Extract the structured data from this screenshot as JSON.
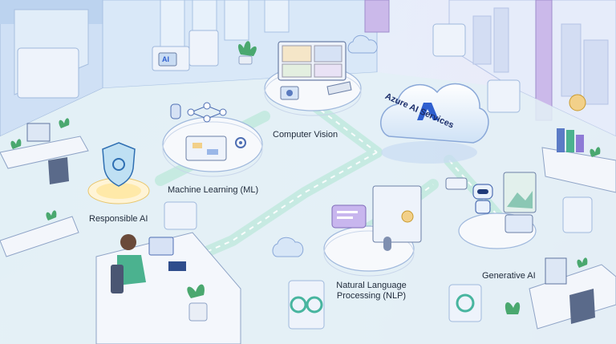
{
  "scene": {
    "hub_label": "Azure AI Services",
    "hub_logo_letter": "A",
    "nodes": [
      {
        "id": "cv",
        "label": "Computer Vision"
      },
      {
        "id": "ml",
        "label": "Machine Learning (ML)"
      },
      {
        "id": "rai",
        "label": "Responsible AI"
      },
      {
        "id": "nlp",
        "label": "Natural Language Processing (NLP)"
      },
      {
        "id": "gen",
        "label": "Generative AI"
      }
    ],
    "screen_texts": {
      "ai_badge": "AI"
    }
  },
  "colors": {
    "background": "#e9f1fb",
    "floor": "#d9ecf4",
    "path": "#bfe9dd",
    "platform": "#f7f9fc",
    "accent_blue": "#2f5fcf",
    "accent_purple": "#b9a7e6",
    "cloud": "#cfe4f7"
  }
}
